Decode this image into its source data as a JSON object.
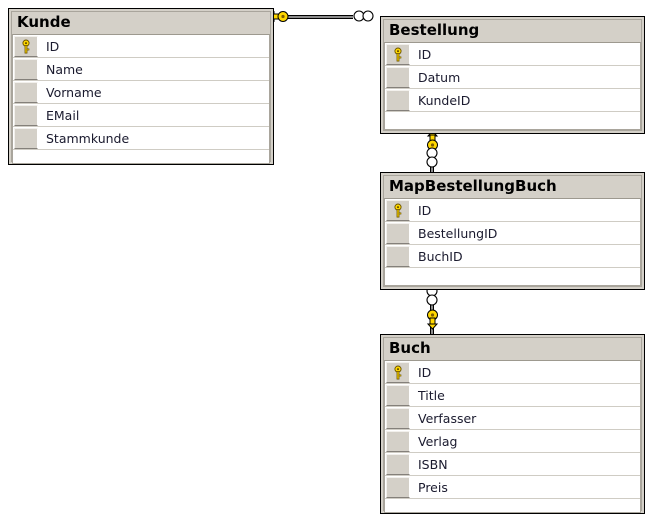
{
  "diagram": {
    "type": "entity-relationship-diagram",
    "background_color": "#ffffff",
    "title_color": "#000000",
    "header_color": "#d4d0c8",
    "row_color": "#ffffff",
    "border_color": "#000000",
    "key_color": "#ffd700",
    "tables": [
      {
        "name": "Kunde",
        "fields": [
          {
            "label": "ID",
            "primary_key": true
          },
          {
            "label": "Name",
            "primary_key": false
          },
          {
            "label": "Vorname",
            "primary_key": false
          },
          {
            "label": "EMail",
            "primary_key": false
          },
          {
            "label": "Stammkunde",
            "primary_key": false
          }
        ]
      },
      {
        "name": "Bestellung",
        "fields": [
          {
            "label": "ID",
            "primary_key": true
          },
          {
            "label": "Datum",
            "primary_key": false
          },
          {
            "label": "KundeID",
            "primary_key": false
          }
        ]
      },
      {
        "name": "MapBestellungBuch",
        "fields": [
          {
            "label": "ID",
            "primary_key": true
          },
          {
            "label": "BestellungID",
            "primary_key": false
          },
          {
            "label": "BuchID",
            "primary_key": false
          }
        ]
      },
      {
        "name": "Buch",
        "fields": [
          {
            "label": "ID",
            "primary_key": true
          },
          {
            "label": "Title",
            "primary_key": false
          },
          {
            "label": "Verfasser",
            "primary_key": false
          },
          {
            "label": "Verlag",
            "primary_key": false
          },
          {
            "label": "ISBN",
            "primary_key": false
          },
          {
            "label": "Preis",
            "primary_key": false
          }
        ]
      }
    ],
    "relationships": [
      {
        "from_table": "Kunde",
        "to_table": "Bestellung",
        "from_marker": "key-one",
        "to_marker": "infinity-many",
        "orientation": "horizontal"
      },
      {
        "from_table": "Bestellung",
        "to_table": "MapBestellungBuch",
        "from_marker": "key-one",
        "to_marker": "infinity-many",
        "orientation": "vertical"
      },
      {
        "from_table": "MapBestellungBuch",
        "to_table": "Buch",
        "from_marker": "infinity-many",
        "to_marker": "key-one",
        "orientation": "vertical"
      }
    ]
  }
}
